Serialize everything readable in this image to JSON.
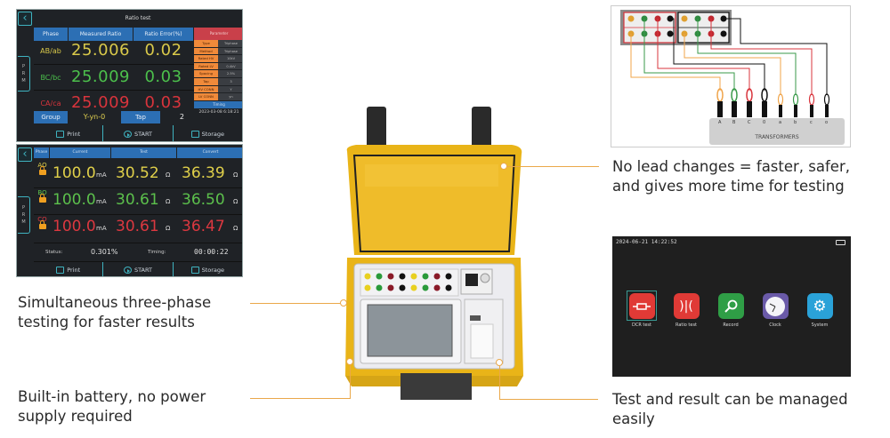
{
  "ratio_screen": {
    "title": "Ratio test",
    "back_icon": "chevron-left-icon",
    "side_tab": [
      "P",
      "R",
      "M"
    ],
    "headers": [
      "Phase",
      "Measured Ratio",
      "Ratio Error(%)"
    ],
    "rows": [
      {
        "phase": "AB/ab",
        "ratio": "25.006",
        "error": "0.02",
        "color": "#d9c94a"
      },
      {
        "phase": "BC/bc",
        "ratio": "25.009",
        "error": "0.03",
        "color": "#4cc04c"
      },
      {
        "phase": "CA/ca",
        "ratio": "25.009",
        "error": "0.03",
        "color": "#d8343c"
      }
    ],
    "group_label": "Group",
    "group_value": "Y-yn-0",
    "tap_label": "Tap",
    "tap_value": "2",
    "parameter_title": "Parameter",
    "parameters": [
      {
        "key": "Type",
        "value": "Triphase"
      },
      {
        "key": "Method",
        "value": "Triphase"
      },
      {
        "key": "Rated HV",
        "value": "10kV"
      },
      {
        "key": "Rated LV",
        "value": "0.4kV"
      },
      {
        "key": "Spacing",
        "value": "2.5%"
      },
      {
        "key": "Tap",
        "value": "3"
      },
      {
        "key": "HV CONN",
        "value": "Y"
      },
      {
        "key": "LV CONN",
        "value": "yn"
      }
    ],
    "timing_label": "Timing",
    "timing_value": "2023-03-08 6:18:21",
    "buttons": {
      "print": "Print",
      "start": "START",
      "storage": "Storage"
    }
  },
  "dcr_screen": {
    "headers": [
      "Phase",
      "Current",
      "Test",
      "Convert"
    ],
    "rows": [
      {
        "phase": "AO",
        "current": "100.0",
        "current_unit": "mA",
        "test": "30.52",
        "convert": "36.39",
        "unit": "Ω",
        "color": "#e0d04a"
      },
      {
        "phase": "BO",
        "current": "100.0",
        "current_unit": "mA",
        "test": "30.61",
        "convert": "36.50",
        "unit": "Ω",
        "color": "#5cc04c"
      },
      {
        "phase": "CO",
        "current": "100.0",
        "current_unit": "mA",
        "test": "30.61",
        "convert": "36.47",
        "unit": "Ω",
        "color": "#dc3840"
      }
    ],
    "status_label": "Status:",
    "status_value": "0.301%",
    "timing_label": "Timing:",
    "timing_value": "00:00:22",
    "buttons": {
      "print": "Print",
      "start": "START",
      "storage": "Storage"
    }
  },
  "wiring_diagram": {
    "terminal_labels": [
      "A",
      "B",
      "C",
      "0",
      "a",
      "b",
      "c",
      "o"
    ],
    "box_label": "TRANSFORMERS",
    "wire_colors": [
      "#f0a44a",
      "#3a9a4a",
      "#d8343c",
      "#111111",
      "#f0a44a",
      "#3a9a4a",
      "#d8343c",
      "#111111"
    ]
  },
  "menu_screen": {
    "datetime": "2024-06-21  14:22:52",
    "items": [
      {
        "label": "DCR test",
        "icon": "resistor-icon",
        "color": "#e03a36"
      },
      {
        "label": "Ratio test",
        "icon": "transformer-icon",
        "color": "#e03a36"
      },
      {
        "label": "Record",
        "icon": "search-icon",
        "color": "#2f9e46"
      },
      {
        "label": "Clock",
        "icon": "clock-icon",
        "color": "#6a5aa8"
      },
      {
        "label": "System",
        "icon": "gear-icon",
        "color": "#2aa2d8"
      }
    ]
  },
  "captions": {
    "three_phase": [
      "Simultaneous three-phase",
      "testing for faster results"
    ],
    "battery": [
      "Built-in battery, no power",
      "supply required"
    ],
    "no_lead": [
      "No lead changes = faster, safer,",
      "and gives more time for testing"
    ],
    "managed": [
      "Test and result can be managed",
      "easily"
    ]
  },
  "colors": {
    "callout": "#eaa84a",
    "case_yellow": "#f2c21a",
    "screen_bg": "#1f2226",
    "header_blue": "#2c6fb4"
  }
}
